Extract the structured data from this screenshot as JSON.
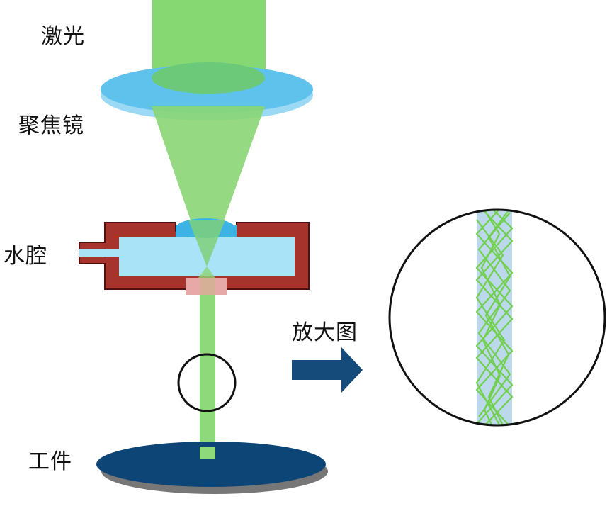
{
  "labels": {
    "laser": "激光",
    "focusing_lens": "聚焦镜",
    "water_chamber": "水腔",
    "magnified_view": "放大图",
    "workpiece": "工件"
  },
  "colors": {
    "laser_green": "#7ed16a",
    "lens_blue": "#67c7ee",
    "water_blue": "#a9e4f8",
    "chamber_wall": "#a8332b",
    "nozzle_pink": "#e8a8a6",
    "workpiece_navy": "#0c4476",
    "arrow_navy": "#154b7a",
    "jet_blue": "#bcd9ec"
  }
}
